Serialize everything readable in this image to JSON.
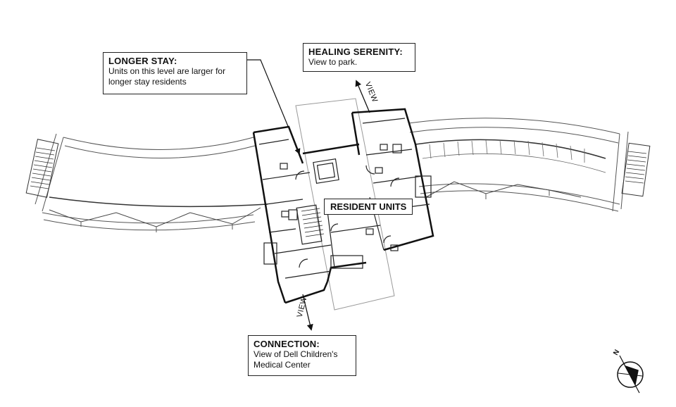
{
  "callouts": {
    "longer_stay": {
      "title": "LONGER STAY:",
      "body": "Units on this level are larger for\nlonger stay residents"
    },
    "healing_serenity": {
      "title": "HEALING SERENITY:",
      "body": "View to park."
    },
    "connection": {
      "title": "CONNECTION:",
      "body": "View of Dell Children's\nMedical Center"
    }
  },
  "labels": {
    "resident_units": "RESIDENT UNITS",
    "view_top": "VIEW",
    "view_bottom": "VIEW",
    "north": "N"
  },
  "colors": {
    "line": "#111111",
    "light_line": "#888888",
    "background": "#ffffff"
  }
}
